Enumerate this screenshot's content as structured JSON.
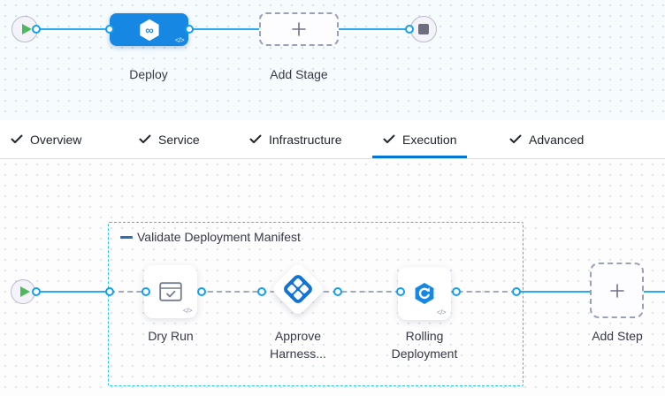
{
  "code_toggle": "</>",
  "stage_canvas": {
    "deploy_stage": {
      "label": "Deploy",
      "icon": "harness-cd-hexagon-icon"
    },
    "add_stage": {
      "label": "Add Stage"
    },
    "start_node": "play-icon",
    "end_node": "stop-icon"
  },
  "tabs": {
    "items": [
      {
        "label": "Overview",
        "active": false
      },
      {
        "label": "Service",
        "active": false
      },
      {
        "label": "Infrastructure",
        "active": false
      },
      {
        "label": "Execution",
        "active": true
      },
      {
        "label": "Advanced",
        "active": false
      }
    ]
  },
  "execution_canvas": {
    "step_group": {
      "label": "Validate Deployment Manifest"
    },
    "steps": [
      {
        "label": "Dry Run",
        "icon": "window-check-icon"
      },
      {
        "label": "Approve Harness...",
        "icon": "approval-diamond-icon"
      },
      {
        "label": "Rolling Deployment",
        "icon": "rolling-deploy-icon"
      }
    ],
    "add_step": {
      "label": "Add Step"
    }
  },
  "colors": {
    "stage_blue": "#1787e4",
    "approval_blue": "#1273d6",
    "connector_line": "#2da9f0",
    "dashed_connector": "#a3abba",
    "group_border": "#1ec7e8",
    "active_tab_underline": "#0277d4",
    "play_green": "#4db85c",
    "stop_gray": "#6e6e80",
    "label_text": "#383946"
  }
}
